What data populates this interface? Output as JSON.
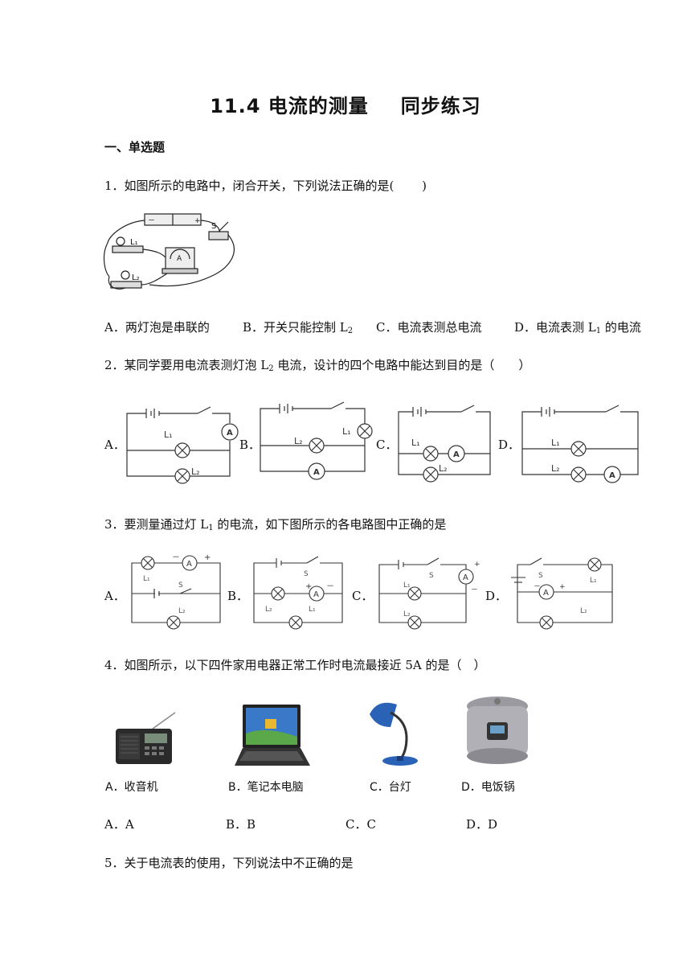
{
  "title": {
    "main": "11.4 电流的测量",
    "sub": "同步练习"
  },
  "section1": "一、单选题",
  "q1": {
    "text": "1．如图所示的电路中，闭合开关，下列说法正确的是(　　 )",
    "fig": {
      "s": "S",
      "l1": "L₁",
      "l2": "L₂",
      "a": "A",
      "minus": "－",
      "plus": "+"
    },
    "options": {
      "a": "A．两灯泡是串联的",
      "b": "B．开关只能控制 L",
      "b_sub": "2",
      "c": "C．电流表测总电流",
      "d_pre": "D．电流表测 L",
      "d_sub": "1",
      "d_post": " 的电流"
    }
  },
  "q2": {
    "pre": "2．某同学要用电流表测灯泡 L",
    "sub": "2",
    "post": " 电流，设计的四个电路中能达到目的是（　　）",
    "labels": [
      "A．",
      "B．",
      "C．",
      "D．"
    ],
    "fig": {
      "l1": "L₁",
      "l2": "L₂",
      "a": "A"
    }
  },
  "q3": {
    "pre": "3．要测量通过灯 L",
    "sub": "1",
    "post": " 的电流，如下图所示的各电路图中正确的是",
    "labels": [
      "A．",
      "B．",
      "C．",
      "D．"
    ],
    "fig": {
      "s": "S",
      "l1": "L₁",
      "l2": "L₂",
      "a": "A",
      "minus": "－",
      "plus": "+"
    }
  },
  "q4": {
    "text": "4．如图所示，以下四件家用电器正常工作时电流最接近 5A 的是（　）",
    "captions": [
      "A．收音机",
      "B．笔记本电脑",
      "C．台灯",
      "D．电饭锅"
    ],
    "options": [
      "A．A",
      "B．B",
      "C．C",
      "D．D"
    ]
  },
  "q5": {
    "text": "5．关于电流表的使用，下列说法中不正确的是"
  }
}
